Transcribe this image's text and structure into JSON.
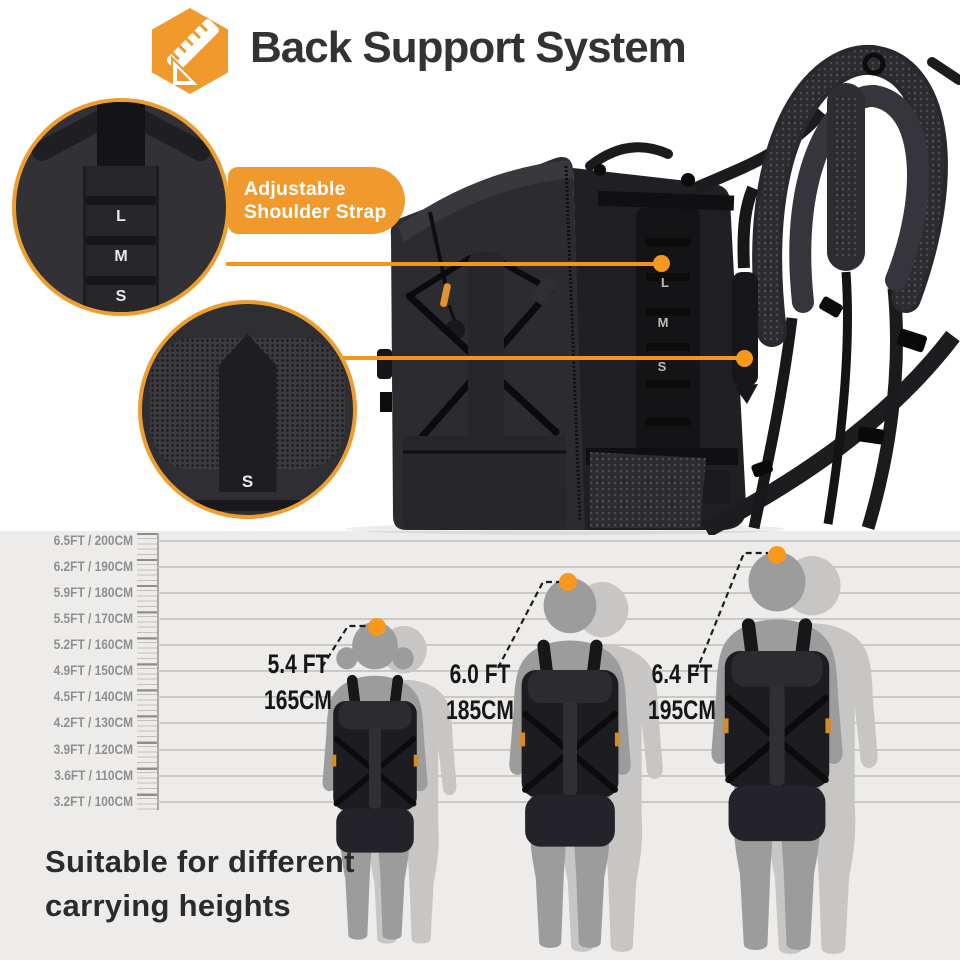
{
  "header": {
    "title": "Back Support System",
    "icon": "ruler-triangle-icon"
  },
  "callouts": {
    "badge": {
      "line1": "Adjustable",
      "line2": "Shoulder Strap"
    },
    "top_circle": {
      "labels": [
        "L",
        "M",
        "S"
      ]
    },
    "bottom_circle": {
      "label": "S"
    }
  },
  "back_panel": {
    "labels": [
      "L",
      "M",
      "S"
    ]
  },
  "height_chart": {
    "scale_labels": [
      "6.5FT / 200CM",
      "6.2FT / 190CM",
      "5.9FT / 180CM",
      "5.5FT / 170CM",
      "5.2FT / 160CM",
      "4.9FT / 150CM",
      "4.5FT / 140CM",
      "4.2FT / 130CM",
      "3.9FT / 120CM",
      "3.6FT / 110CM",
      "3.2FT / 100CM"
    ],
    "scale_cm": [
      200,
      190,
      180,
      170,
      160,
      150,
      140,
      130,
      120,
      110,
      100
    ],
    "figures": [
      {
        "ft": "5.4 FT",
        "cm": "165CM",
        "height_cm": 165
      },
      {
        "ft": "6.0 FT",
        "cm": "185CM",
        "height_cm": 185
      },
      {
        "ft": "6.4 FT",
        "cm": "195CM",
        "height_cm": 195
      }
    ],
    "caption_line1": "Suitable for different",
    "caption_line2": "carrying heights"
  },
  "colors": {
    "accent_orange": "#F09A2E",
    "marker_orange": "#F8991D",
    "title_text": "#333333",
    "chart_background": "#EDECEA",
    "silhouette_gray": "#9C9C9C"
  }
}
